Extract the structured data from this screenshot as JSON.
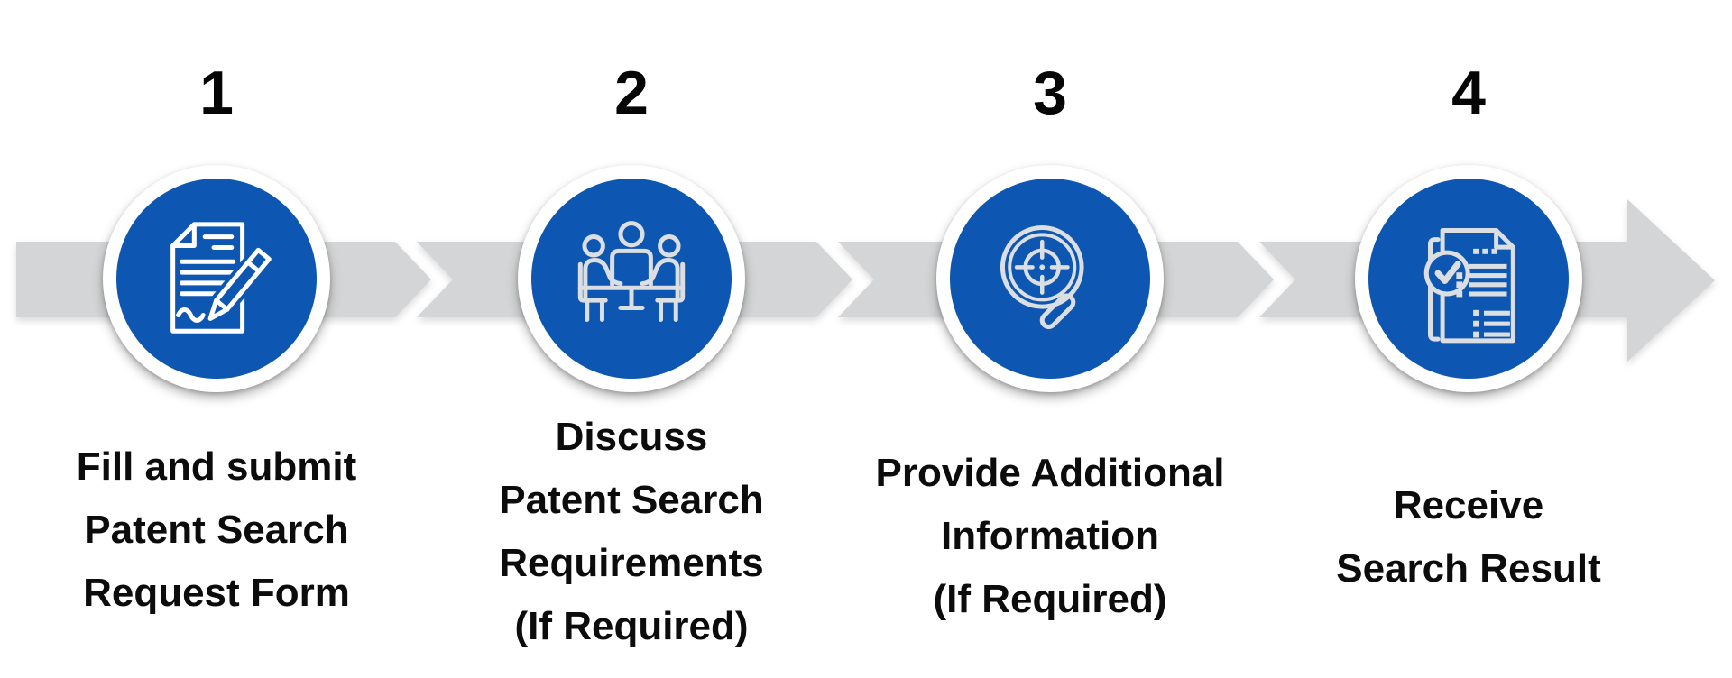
{
  "colors": {
    "circle_blue": "#0D56B1",
    "band_gray": "#D4D5D6",
    "ring_white": "#FFFFFF",
    "label_black": "#0C0C0C",
    "icon_stroke": "#DBDEE2"
  },
  "flow": {
    "type": "horizontal-process-arrow",
    "step_count": 4
  },
  "steps": [
    {
      "number": "1",
      "icon": "document-pen-icon",
      "label_lines": [
        "Fill and submit",
        "Patent Search",
        "Request Form"
      ]
    },
    {
      "number": "2",
      "icon": "meeting-discussion-icon",
      "label_lines": [
        "Discuss",
        "Patent Search",
        "Requirements",
        "(If Required)"
      ]
    },
    {
      "number": "3",
      "icon": "magnifier-target-icon",
      "label_lines": [
        "Provide Additional",
        "Information",
        "(If Required)"
      ]
    },
    {
      "number": "4",
      "icon": "report-checkmark-icon",
      "label_lines": [
        "Receive",
        "Search Result"
      ]
    }
  ]
}
